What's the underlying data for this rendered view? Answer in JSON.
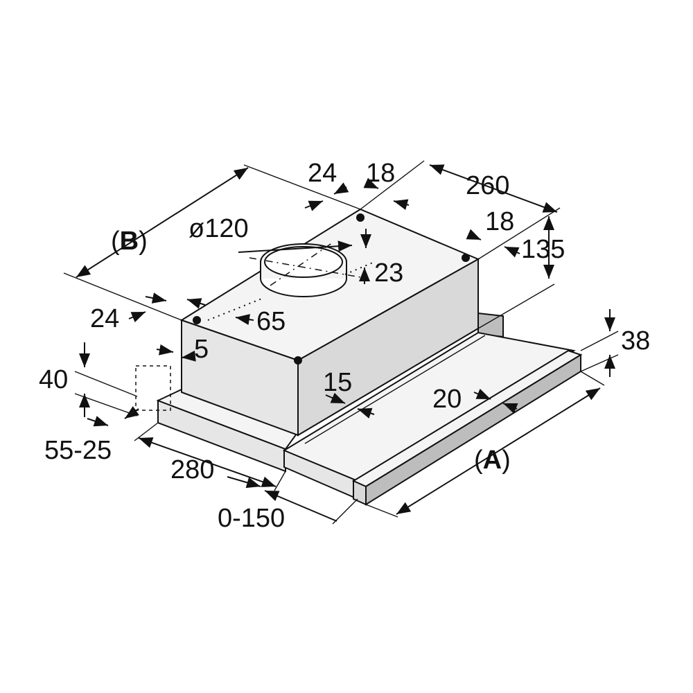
{
  "colors": {
    "stroke": "#111111",
    "top_face": "#f4f4f4",
    "front_face": "#e6e6e6",
    "side_face": "#d9d9d9",
    "dark_face": "#bdbdbd",
    "background": "#ffffff"
  },
  "labels": {
    "dim_a": "(A)",
    "dim_a_open": "(",
    "dim_a_letter": "A",
    "dim_a_close": ")",
    "dim_b_open": "(",
    "dim_b_letter": "B",
    "dim_b_close": ")",
    "top_24": "24",
    "top_18": "18",
    "depth_260": "260",
    "right_18": "18",
    "height_135": "135",
    "duct_120": "ø120",
    "duct_offset_23": "23",
    "duct_offset_65": "65",
    "left_24": "24",
    "left_5": "5",
    "left_40": "40",
    "left_55_25": "55-25",
    "depth_280": "280",
    "extension_0_150": "0-150",
    "inner_15": "15",
    "inner_20": "20",
    "front_38": "38"
  }
}
